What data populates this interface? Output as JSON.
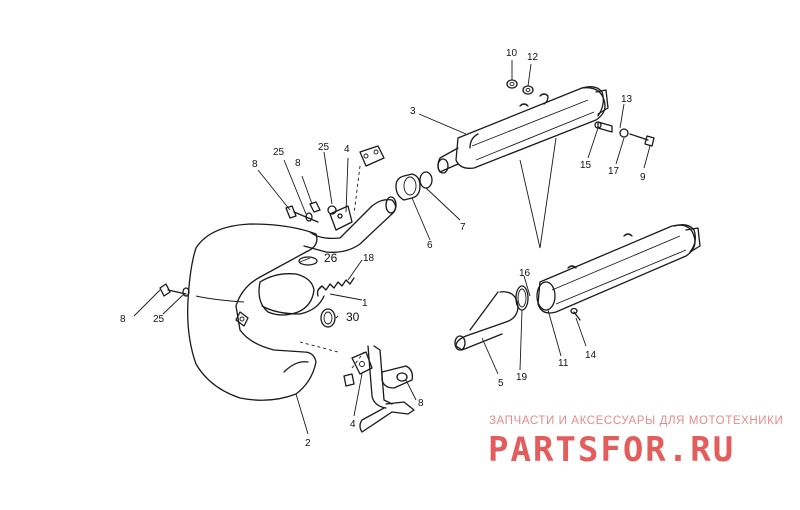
{
  "watermark": {
    "subtitle": "ЗАПЧАСТИ И АКСЕССУАРЫ ДЛЯ МОТОТЕХНИКИ",
    "brand": "PARTSFOR.RU"
  },
  "callouts": {
    "c10": "10",
    "c12": "12",
    "c13": "13",
    "c3": "3",
    "c15": "15",
    "c17": "17",
    "c9": "9",
    "c25a": "25",
    "c8a": "8",
    "c25b": "25",
    "c4a": "4",
    "c8b": "8",
    "c7": "7",
    "c6": "6",
    "c26": "26",
    "c18": "18",
    "c1": "1",
    "c30": "30",
    "c8c": "8",
    "c25c": "25",
    "c16": "16",
    "c11": "11",
    "c14": "14",
    "c19": "19",
    "c5": "5",
    "c4b": "4",
    "c8d": "8",
    "c2": "2"
  }
}
